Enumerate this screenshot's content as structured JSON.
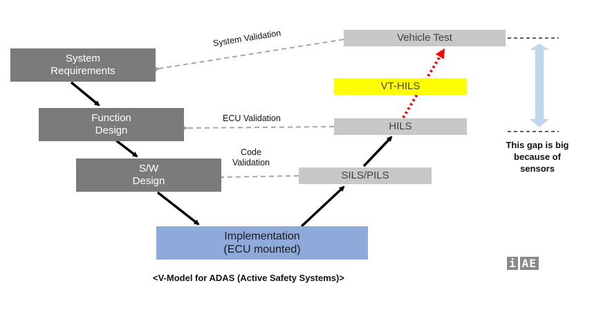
{
  "diagram": {
    "title": "<V-Model for ADAS  (Active Safety Systems)>",
    "left_branch": [
      {
        "id": "system-requirements",
        "line1": "System",
        "line2": "Requirements"
      },
      {
        "id": "function-design",
        "line1": "Function",
        "line2": "Design"
      },
      {
        "id": "sw-design",
        "line1": "S/W",
        "line2": "Design"
      }
    ],
    "bottom": {
      "line1": "Implementation",
      "line2": "(ECU mounted)"
    },
    "right_branch": [
      {
        "id": "sils-pils",
        "label": "SILS/PILS"
      },
      {
        "id": "hils",
        "label": "HILS"
      },
      {
        "id": "vt-hils",
        "label": "VT-HILS"
      },
      {
        "id": "vehicle-test",
        "label": "Vehicle Test"
      }
    ],
    "validation_links": [
      {
        "id": "system-validation",
        "label": "System Validation"
      },
      {
        "id": "ecu-validation",
        "label": "ECU Validation"
      },
      {
        "id": "code-validation",
        "line1": "Code",
        "line2": "Validation"
      }
    ],
    "gap_note": {
      "line1": "This gap is big",
      "line2": "because of",
      "line3": "sensors"
    },
    "logo": {
      "i": "i",
      "ae": "AE"
    },
    "colors": {
      "left_box": "#7b7b7b",
      "right_box": "#c8c8c8",
      "vt_hils": "#ffff00",
      "implementation": "#8eaadb",
      "dotted_arrow": "#ff0000",
      "gap_arrow": "#bdd7ee",
      "dashed_link": "#a6a6a6"
    }
  }
}
